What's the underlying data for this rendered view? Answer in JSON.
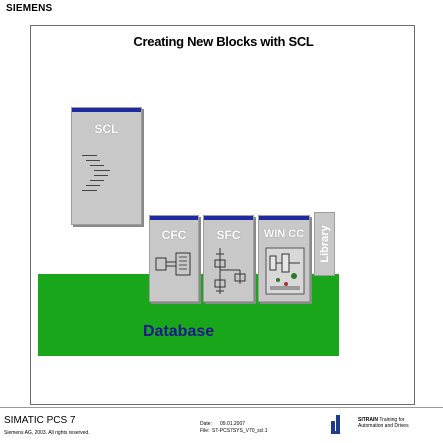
{
  "header": {
    "brand": "SIEMENS"
  },
  "slide": {
    "title": "Creating New Blocks with SCL",
    "scl_label": "SCL",
    "cfc_label": "CFC",
    "sfc_label": "SFC",
    "wincc_label": "WIN CC",
    "library_label": "Library",
    "database_label": "Database",
    "colors": {
      "database_green": "#1aa61a",
      "titlebar_blue": "#1e2aa0",
      "window_grey": "#c8c8c8",
      "database_text": "#1a1a8c"
    }
  },
  "footer": {
    "product": "SIMATIC PCS 7",
    "copyright": "Siemens AG, 2003. All rights reserved.",
    "date_label": "Date:",
    "date_value": "09.01.2007",
    "file_label": "File:",
    "file_value": "ST-PCS7SYS_V70_scl.1",
    "sitrain_name": "SITRAIN",
    "sitrain_line1": "Training for",
    "sitrain_line2": "Automation and Drives"
  }
}
